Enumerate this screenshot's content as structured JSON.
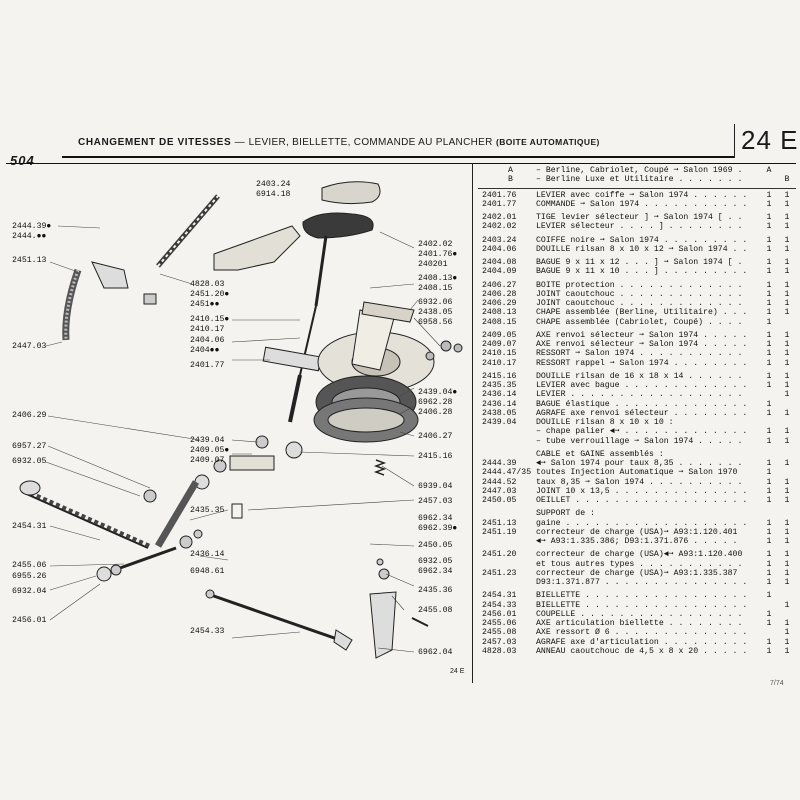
{
  "header": {
    "title": "CHANGEMENT DE VITESSES",
    "title_sep": "—",
    "subtitle": "LEVIER, BIELLETTE, COMMANDE AU PLANCHER",
    "subtitle_auto": "(BOITE AUTOMATIQUE)",
    "page_number": "24 E",
    "model_logo": "504"
  },
  "legend": [
    {
      "letter": "A",
      "text": "– Berline, Cabriolet, Coupé ➞ Salon 1969 . . . .",
      "col": "A"
    },
    {
      "letter": "B",
      "text": "– Berline Luxe et Utilitaire . . . . . . . . . . . . . .",
      "col": "B"
    }
  ],
  "parts": [
    {
      "ref": "2401.76",
      "desc": "LEVIER avec coiffe ➞ Salon 1974 . . . . . . . .",
      "a": "1",
      "b": "1"
    },
    {
      "ref": "2401.77",
      "desc": "COMMANDE ➞ Salon 1974 . . . . . . . . . . . . .",
      "a": "1",
      "b": "1",
      "gap": false
    },
    {
      "ref": "2402.01",
      "desc": "TIGE levier sélecteur ] ➞ Salon 1974 [ . .",
      "a": "1",
      "b": "1",
      "gap": true
    },
    {
      "ref": "2402.02",
      "desc": "LEVIER sélecteur . . . . ] . . . . . . . . . . . [ . .",
      "a": "1",
      "b": "1"
    },
    {
      "ref": "2403.24",
      "desc": "COIFFE noire ➞ Salon 1974 . . . . . . . . . . . .",
      "a": "1",
      "b": "1",
      "gap": true
    },
    {
      "ref": "2404.06",
      "desc": "DOUILLE rilsan 8 x 10 x 12 ➞ Salon 1974 . .",
      "a": "1",
      "b": "1"
    },
    {
      "ref": "2404.08",
      "desc": "BAGUE 9 x 11 x 12 . . . ] ➞ Salon 1974 [ . .",
      "a": "1",
      "b": "1",
      "gap": true
    },
    {
      "ref": "2404.09",
      "desc": "BAGUE 9 x 11 x 10 . . . ] . . . . . . . . . . . [ . .",
      "a": "1",
      "b": "1"
    },
    {
      "ref": "2406.27",
      "desc": "BOITE protection . . . . . . . . . . . . . . . . . . . . .",
      "a": "1",
      "b": "1",
      "gap": true
    },
    {
      "ref": "2406.28",
      "desc": "JOINT caoutchouc . . . . . . . . . . . . . . . . . . .",
      "a": "1",
      "b": "1"
    },
    {
      "ref": "2406.29",
      "desc": "JOINT caoutchouc . . . . . . . . . . . . . . . . . . .",
      "a": "1",
      "b": "1"
    },
    {
      "ref": "2408.13",
      "desc": "CHAPE assemblée (Berline, Utilitaire) . . . . .",
      "a": "1",
      "b": "1"
    },
    {
      "ref": "2408.15",
      "desc": "CHAPE assemblée (Cabriolet, Coupé) . . . . . .",
      "a": "1",
      "b": ""
    },
    {
      "ref": "2409.05",
      "desc": "AXE renvoi sélecteur ➞ Salon 1974 . . . . . . .",
      "a": "1",
      "b": "1",
      "gap": true
    },
    {
      "ref": "2409.07",
      "desc": "AXE renvoi sélecteur ➞ Salon 1974 . . . . . . .",
      "a": "1",
      "b": "1"
    },
    {
      "ref": "2410.15",
      "desc": "RESSORT ➞ Salon 1974 . . . . . . . . . . . . . . . .",
      "a": "1",
      "b": "1"
    },
    {
      "ref": "2410.17",
      "desc": "RESSORT rappel ➞ Salon 1974 . . . . . . . . . .",
      "a": "1",
      "b": "1"
    },
    {
      "ref": "2415.16",
      "desc": "DOUILLE rilsan de 16 x 18 x 14 . . . . . . . . . .",
      "a": "1",
      "b": "1",
      "gap": true
    },
    {
      "ref": "2435.35",
      "desc": "LEVIER avec bague . . . . . . . . . . . . . . . . . . .",
      "a": "1",
      "b": "1"
    },
    {
      "ref": "2436.14",
      "desc": "LEVIER . . . . . . . . . . . . . . . . . . . . . . . . . . . . .",
      "a": "",
      "b": "1"
    },
    {
      "ref": "2436.14",
      "desc": "BAGUE élastique . . . . . . . . . . . . . . . . . . . . . .",
      "a": "1",
      "b": ""
    },
    {
      "ref": "2438.05",
      "desc": "AGRAFE axe renvoi sélecteur . . . . . . . . . . . .",
      "a": "1",
      "b": "1"
    },
    {
      "ref": "2439.04",
      "desc": "DOUILLE rilsan 8 x 10 x 10 :",
      "a": "",
      "b": ""
    },
    {
      "ref": "",
      "desc": "   – chape palier ◄➞ . . . . . . . . . . . . . . . . . .",
      "a": "1",
      "b": "1"
    },
    {
      "ref": "",
      "desc": "   – tube verrouillage ➞ Salon 1974 . . . . . .",
      "a": "1",
      "b": "1"
    },
    {
      "ref": "",
      "desc": "CABLE et GAINE assemblés :",
      "a": "",
      "b": "",
      "gap": true
    },
    {
      "ref": "2444.39",
      "desc": "   ◄➞ Salon 1974 pour taux 8,35 . . . . . . . . .",
      "a": "1",
      "b": "1"
    },
    {
      "ref": "2444.47/35",
      "desc": "toutes Injection Automatique ➞ Salon 1970",
      "a": "1",
      "b": ""
    },
    {
      "ref": "2444.52",
      "desc": "   taux 8,35 ➞ Salon 1974 . . . . . . . . . . . . . .",
      "a": "1",
      "b": "1"
    },
    {
      "ref": "2447.03",
      "desc": "JOINT 10 x 13,5 . . . . . . . . . . . . . . . . . . . . . .",
      "a": "1",
      "b": "1"
    },
    {
      "ref": "2450.05",
      "desc": "OEILLET . . . . . . . . . . . . . . . . . . . . . . . . . . . .",
      "a": "1",
      "b": "1"
    },
    {
      "ref": "",
      "desc": "SUPPORT de :",
      "a": "",
      "b": "",
      "gap": true
    },
    {
      "ref": "2451.13",
      "desc": "   gaine . . . . . . . . . . . . . . . . . . . . . . . . . . . .",
      "a": "1",
      "b": "1"
    },
    {
      "ref": "2451.19",
      "desc": "   correcteur de charge (USA)➞ A93:1.120.401",
      "a": "1",
      "b": "1"
    },
    {
      "ref": "",
      "desc": "   ◄➞ A93:1.335.386; D93:1.371.876 . . . . .",
      "a": "1",
      "b": "1"
    },
    {
      "ref": "2451.20",
      "desc": "   correcteur de charge (USA)◄➞ A93:1.120.400",
      "a": "1",
      "b": "1",
      "gap": true
    },
    {
      "ref": "",
      "desc": "   et tous autres types . . . . . . . . . . . . . . . .",
      "a": "1",
      "b": "1"
    },
    {
      "ref": "2451.23",
      "desc": "   correcteur de charge (USA)➞ A93:1.335.387",
      "a": "1",
      "b": "1"
    },
    {
      "ref": "",
      "desc": "   D93:1.371.877 . . . . . . . . . . . . . . . . . . . .",
      "a": "1",
      "b": "1"
    },
    {
      "ref": "2454.31",
      "desc": "BIELLETTE . . . . . . . . . . . . . . . . . . . . . . . . . . .",
      "a": "1",
      "b": "",
      "gap": true
    },
    {
      "ref": "2454.33",
      "desc": "BIELLETTE . . . . . . . . . . . . . . . . . . . . . . . . . . .",
      "a": "",
      "b": "1"
    },
    {
      "ref": "2456.01",
      "desc": "COUPELLE . . . . . . . . . . . . . . . . . . . . . . . . . . .",
      "a": "1",
      "b": ""
    },
    {
      "ref": "2455.06",
      "desc": "AXE articulation biellette . . . . . . . . . . . . . . .",
      "a": "1",
      "b": "1"
    },
    {
      "ref": "2455.08",
      "desc": "AXE ressort Ø 6 . . . . . . . . . . . . . . . . . . . . . .",
      "a": "",
      "b": "1"
    },
    {
      "ref": "2457.03",
      "desc": "AGRAFE axe d'articulation . . . . . . . . . . . . . .",
      "a": "1",
      "b": "1"
    },
    {
      "ref": "4828.03",
      "desc": "ANNEAU caoutchouc de 4,5 x 8 x 20 . . . . . . .",
      "a": "1",
      "b": "1"
    }
  ],
  "callouts_left": [
    {
      "id": "c1",
      "text": "2444.39●"
    },
    {
      "id": "c2",
      "text": "2444.●●"
    },
    {
      "id": "c3",
      "text": "2451.13"
    },
    {
      "id": "c4",
      "text": "2447.03"
    },
    {
      "id": "c5",
      "text": "2406.29"
    },
    {
      "id": "c6",
      "text": "6957.27"
    },
    {
      "id": "c7",
      "text": "6932.05"
    },
    {
      "id": "c8",
      "text": "2454.31"
    },
    {
      "id": "c9",
      "text": "2455.06"
    },
    {
      "id": "c10",
      "text": "6955.26"
    },
    {
      "id": "c11",
      "text": "6932.04"
    },
    {
      "id": "c12",
      "text": "2456.01"
    }
  ],
  "callouts_mid": [
    {
      "id": "m1",
      "text": "2403.24"
    },
    {
      "id": "m2",
      "text": "6914.18"
    },
    {
      "id": "m3",
      "text": "4828.03"
    },
    {
      "id": "m4",
      "text": "2451.20●"
    },
    {
      "id": "m5",
      "text": "2451●●"
    },
    {
      "id": "m6",
      "text": "2410.15●"
    },
    {
      "id": "m7",
      "text": "2410.17"
    },
    {
      "id": "m8",
      "text": "2404.06"
    },
    {
      "id": "m9",
      "text": "2404●●"
    },
    {
      "id": "m10",
      "text": "2401.77"
    },
    {
      "id": "m11",
      "text": "2439.04"
    },
    {
      "id": "m12",
      "text": "2409.05●"
    },
    {
      "id": "m13",
      "text": "2409.07"
    },
    {
      "id": "m14",
      "text": "2435.35"
    },
    {
      "id": "m15",
      "text": "2436.14"
    },
    {
      "id": "m16",
      "text": "6948.61"
    },
    {
      "id": "m17",
      "text": "2454.33"
    }
  ],
  "callouts_right": [
    {
      "id": "r1",
      "text": "2402.02"
    },
    {
      "id": "r2",
      "text": "2401.76●"
    },
    {
      "id": "r3",
      "text": "240201"
    },
    {
      "id": "r4",
      "text": "2408.13●"
    },
    {
      "id": "r5",
      "text": "2408.15"
    },
    {
      "id": "r6",
      "text": "6932.06"
    },
    {
      "id": "r7",
      "text": "2438.05"
    },
    {
      "id": "r8",
      "text": "6958.56"
    },
    {
      "id": "r9",
      "text": "2439.04●"
    },
    {
      "id": "r10",
      "text": "6962.28"
    },
    {
      "id": "r11",
      "text": "2406.28"
    },
    {
      "id": "r12",
      "text": "2406.27"
    },
    {
      "id": "r13",
      "text": "2415.16"
    },
    {
      "id": "r14",
      "text": "6939.04"
    },
    {
      "id": "r15",
      "text": "2457.03"
    },
    {
      "id": "r16",
      "text": "6962.34"
    },
    {
      "id": "r17",
      "text": "6962.39●"
    },
    {
      "id": "r18",
      "text": "2450.05"
    },
    {
      "id": "r19",
      "text": "6932.05"
    },
    {
      "id": "r20",
      "text": "6962.34"
    },
    {
      "id": "r21",
      "text": "2435.36"
    },
    {
      "id": "r22",
      "text": "2455.08"
    },
    {
      "id": "r23",
      "text": "6962.04"
    }
  ],
  "footer": {
    "page_ref": "24 E",
    "sheet": "7/74"
  }
}
